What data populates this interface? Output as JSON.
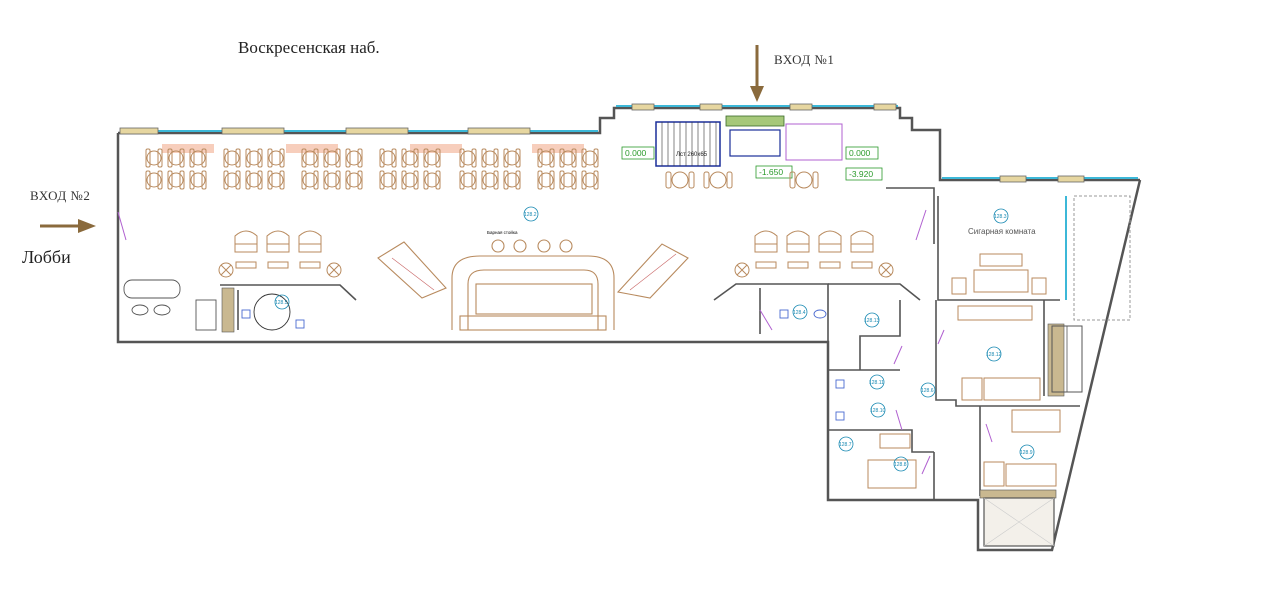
{
  "labels": {
    "street": "Воскресенская наб.",
    "entry1": "ВХОД №1",
    "entry2": "ВХОД №2",
    "lobby": "Лобби",
    "cigar_room": "Сигарная комната",
    "bar_counter": "Барная стойка",
    "stairs": "Лст 260х65"
  },
  "levels": [
    "0.000",
    "-1.650",
    "0.000",
    "-3.920"
  ],
  "room_tags": [
    "128.2",
    "128.3",
    "128.4",
    "128.5",
    "128.6",
    "128.7",
    "128.8",
    "128.9",
    "128.10",
    "128.11",
    "128.12",
    "128.13"
  ],
  "colors": {
    "wall": "#555555",
    "glazing": "#3cb8d8",
    "furniture": "#b88a5e",
    "arrow": "#8a6a3c",
    "tag": "#1a8ab3",
    "level": "#2a9a2a"
  }
}
